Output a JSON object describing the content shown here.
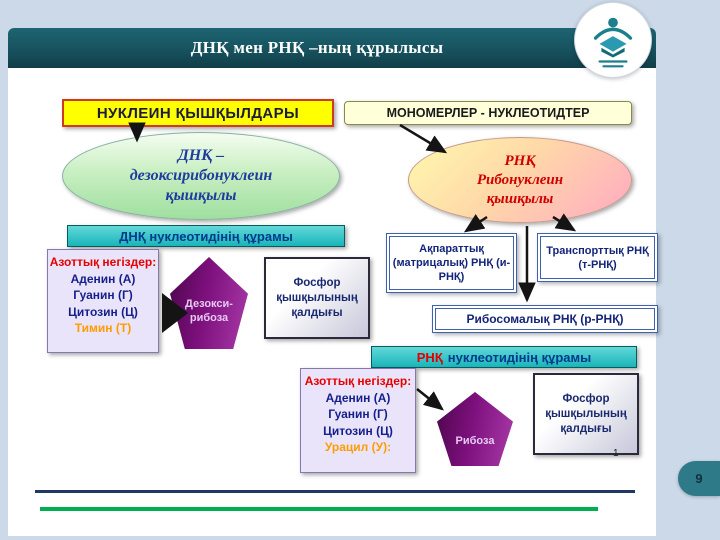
{
  "slide": {
    "title": "ДНҚ  мен РНҚ –ның құрылысы",
    "page_number": "9"
  },
  "diagram": {
    "nucleic_acids_label": "НУКЛЕИН ҚЫШҚЫЛДАРЫ",
    "monomers_label": "МОНОМЕРЛЕР - НУКЛЕОТИДТЕР",
    "dna_ellipse": {
      "lines": [
        "ДНҚ –",
        "дезоксирибонуклеин",
        "қышқылы"
      ]
    },
    "rna_ellipse": {
      "lines": [
        "РНҚ",
        "Рибонуклеин",
        "қышқылы"
      ]
    },
    "dna_composition_label": "ДНҚ нуклеотидінің құрамы",
    "rna_composition": {
      "prefix": "РНҚ",
      "rest": "нуклеотидінің құрамы"
    },
    "dna_bases": {
      "header": "Азоттық негіздер:",
      "items": [
        "Аденин (А)",
        "Гуанин (Г)",
        "Цитозин (Ц)"
      ],
      "special": "Тимин (Т)"
    },
    "rna_bases": {
      "header": "Азоттық негіздер:",
      "items": [
        "Аденин (А)",
        "Гуанин (Г)",
        "Цитозин (Ц)"
      ],
      "special": "Урацил (У):"
    },
    "deoxyribose": {
      "lines": [
        "Дезокси-",
        "рибоза"
      ]
    },
    "ribose": "Рибоза",
    "phosphoric_residue": "Фосфор қышқылының қалдығы",
    "mrna_label": "Ақпараттық (матрицалық) РНҚ (и-РНҚ)",
    "trna_label": "Транспорттық РНҚ (т-РНҚ)",
    "rrna_label": "Рибосомалық РНҚ (р-РНҚ)",
    "footnote": "1"
  },
  "colors": {
    "header_teal": "#17525e",
    "frame_blue": "#cbd9e8",
    "accent_yellow": "#ffff00",
    "bar_cyan": "#19b5ba",
    "pentagon_purple": "#7d107d",
    "navy_text": "#151f8a",
    "red_text": "#e00000",
    "orange_text": "#ff9c00",
    "green_line": "#00b050",
    "navy_line": "#1f3864"
  }
}
